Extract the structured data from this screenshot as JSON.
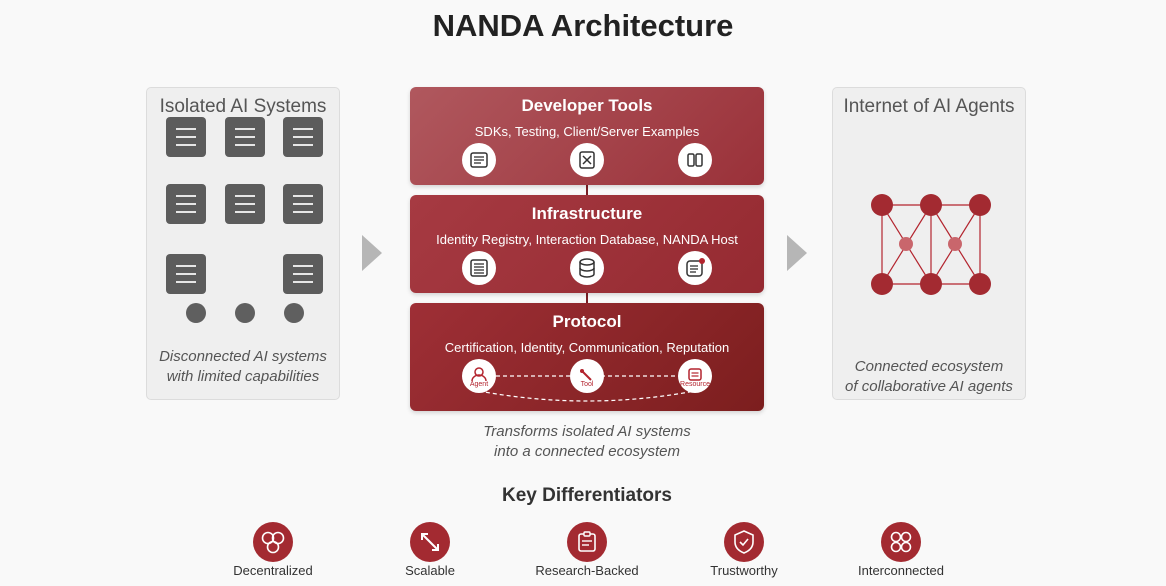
{
  "title": "NANDA Architecture",
  "left_panel": {
    "title": "Isolated AI Systems",
    "caption_line1": "Disconnected AI systems",
    "caption_line2": "with limited capabilities"
  },
  "right_panel": {
    "title": "Internet of AI Agents",
    "caption_line1": "Connected ecosystem",
    "caption_line2": "of collaborative AI agents"
  },
  "layers": {
    "developer_tools": {
      "title": "Developer Tools",
      "subtitle": "SDKs, Testing, Client/Server Examples",
      "icons": [
        "document-icon",
        "test-box-icon",
        "columns-icon"
      ]
    },
    "infrastructure": {
      "title": "Infrastructure",
      "subtitle": "Identity Registry, Interaction Database, NANDA Host",
      "icons": [
        "list-icon",
        "database-icon",
        "host-icon"
      ]
    },
    "protocol": {
      "title": "Protocol",
      "subtitle": "Certification, Identity, Communication, Reputation",
      "nodes": [
        {
          "label": "Agent",
          "icon": "agent-icon"
        },
        {
          "label": "Tool",
          "icon": "tool-icon"
        },
        {
          "label": "Resource",
          "icon": "resource-icon"
        }
      ]
    }
  },
  "center_caption": {
    "line1": "Transforms isolated AI systems",
    "line2": "into a connected ecosystem"
  },
  "key_differentiators": {
    "title": "Key Differentiators",
    "items": [
      {
        "label": "Decentralized",
        "icon": "decentralized-icon"
      },
      {
        "label": "Scalable",
        "icon": "scalable-icon"
      },
      {
        "label": "Research-Backed",
        "icon": "research-icon"
      },
      {
        "label": "Trustworthy",
        "icon": "shield-check-icon"
      },
      {
        "label": "Interconnected",
        "icon": "interconnected-icon"
      }
    ]
  },
  "colors": {
    "accent": "#a32a31",
    "dark_accent": "#7c1e1e",
    "server": "#5c5c5c",
    "arrow": "#b6b6b6"
  }
}
